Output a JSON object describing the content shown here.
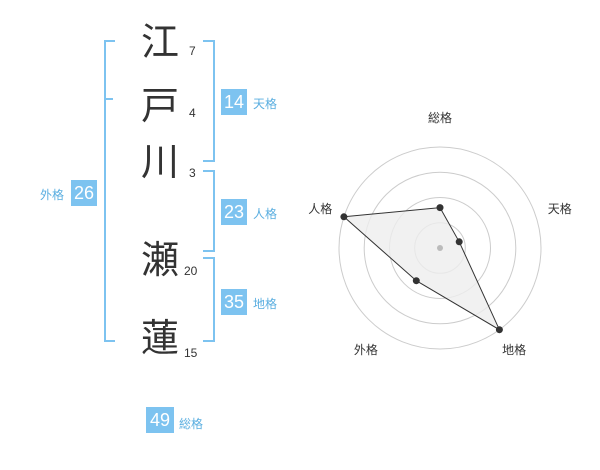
{
  "name_chars": [
    {
      "char": "江",
      "strokes": "7"
    },
    {
      "char": "戸",
      "strokes": "4"
    },
    {
      "char": "川",
      "strokes": "3"
    },
    {
      "char": "瀬",
      "strokes": "20"
    },
    {
      "char": "蓮",
      "strokes": "15"
    }
  ],
  "fortunes": {
    "tenkaku": {
      "value": "14",
      "label": "天格"
    },
    "jinkaku": {
      "value": "23",
      "label": "人格"
    },
    "chikaku": {
      "value": "35",
      "label": "地格"
    },
    "gaikaku": {
      "value": "26",
      "label": "外格"
    },
    "soukaku": {
      "value": "49",
      "label": "総格"
    }
  },
  "chart_data": {
    "type": "radar",
    "axes": [
      "総格",
      "天格",
      "地格",
      "外格",
      "人格"
    ],
    "values": [
      2,
      1,
      5,
      2,
      5
    ],
    "max": 5,
    "grid_levels": 4,
    "colors": {
      "fill": "#eeeeee",
      "line": "#333333",
      "grid": "#cccccc",
      "point": "#333333",
      "center": "#bbbbbb"
    }
  }
}
